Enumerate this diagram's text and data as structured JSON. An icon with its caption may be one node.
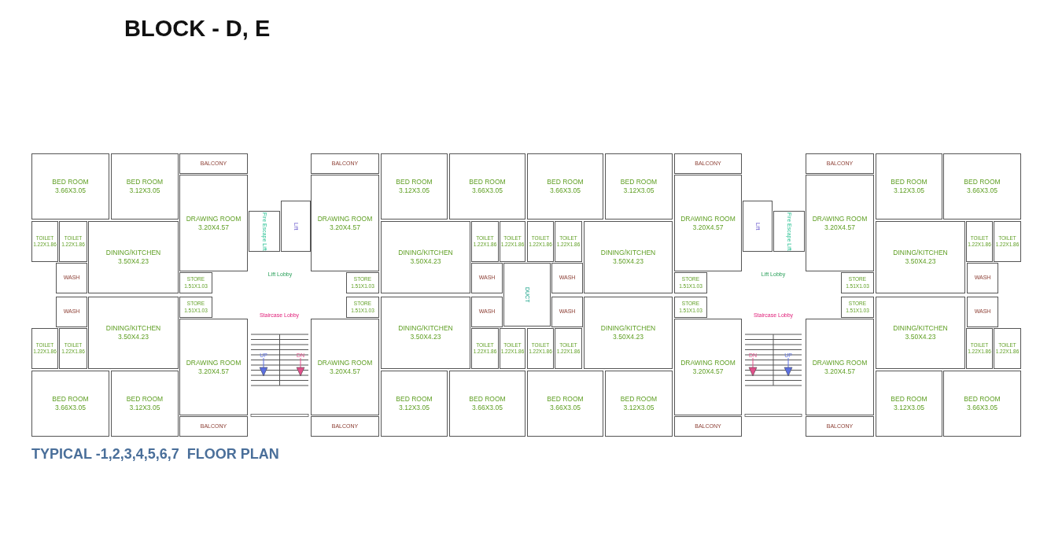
{
  "diagram": {
    "title": "BLOCK - D, E",
    "caption": "TYPICAL -1,2,3,4,5,6,7  FLOOR PLAN",
    "nodes": [
      {
        "text": [
          "BED ROOM",
          "3.66X3.05"
        ]
      },
      {
        "text": [
          "BED ROOM",
          "3.12X3.05"
        ]
      },
      {
        "text": [
          "BALCONY"
        ]
      },
      {
        "text": [
          "DRAWING ROOM",
          "3.20X4.57"
        ]
      },
      {
        "text": [
          "TOILET",
          "1.22X1.86"
        ]
      },
      {
        "text": [
          "TOILET",
          "1.22X1.86"
        ]
      },
      {
        "text": [
          "DINING/KITCHEN",
          "3.50X4.23"
        ]
      },
      {
        "text": [
          "WASH"
        ]
      },
      {
        "text": [
          "STORE",
          "1.51X1.03"
        ]
      },
      {
        "text": [
          "Fire Escape Lift"
        ]
      },
      {
        "text": [
          "Lift"
        ]
      },
      {
        "text": [
          "BALCONY"
        ]
      },
      {
        "text": [
          "DRAWING ROOM",
          "3.20X4.57"
        ]
      },
      {
        "text": [
          "BED ROOM",
          "3.12X3.05"
        ]
      },
      {
        "text": [
          "BED ROOM",
          "3.66X3.05"
        ]
      },
      {
        "text": [
          "DINING/KITCHEN",
          "3.50X4.23"
        ]
      },
      {
        "text": [
          "TOILET",
          "1.22X1.86"
        ]
      },
      {
        "text": [
          "TOILET",
          "1.22X1.86"
        ]
      },
      {
        "text": [
          "STORE",
          "1.51X1.03"
        ]
      },
      {
        "text": [
          "WASH"
        ]
      },
      {
        "text": [
          "DUCT"
        ]
      },
      {
        "text": [
          "BED ROOM",
          "3.66X3.05"
        ]
      },
      {
        "text": [
          "BED ROOM",
          "3.12X3.05"
        ]
      },
      {
        "text": [
          "BALCONY"
        ]
      },
      {
        "text": [
          "DRAWING ROOM",
          "3.20X4.57"
        ]
      },
      {
        "text": [
          "TOILET",
          "1.22X1.86"
        ]
      },
      {
        "text": [
          "TOILET",
          "1.22X1.86"
        ]
      },
      {
        "text": [
          "DINING/KITCHEN",
          "3.50X4.23"
        ]
      },
      {
        "text": [
          "WASH"
        ]
      },
      {
        "text": [
          "STORE",
          "1.51X1.03"
        ]
      },
      {
        "text": [
          "Lift"
        ]
      },
      {
        "text": [
          "Fire Escape Lift"
        ]
      },
      {
        "text": [
          "BALCONY"
        ]
      },
      {
        "text": [
          "DRAWING ROOM",
          "3.20X4.57"
        ]
      },
      {
        "text": [
          "BED ROOM",
          "3.12X3.05"
        ]
      },
      {
        "text": [
          "BED ROOM",
          "3.66X3.05"
        ]
      },
      {
        "text": [
          "DINING/KITCHEN",
          "3.50X4.23"
        ]
      },
      {
        "text": [
          "TOILET",
          "1.22X1.86"
        ]
      },
      {
        "text": [
          "TOILET",
          "1.22X1.86"
        ]
      },
      {
        "text": [
          "STORE",
          "1.51X1.03"
        ]
      },
      {
        "text": [
          "WASH"
        ]
      },
      {
        "text": [
          "BED ROOM",
          "3.66X3.05"
        ]
      },
      {
        "text": [
          "BED ROOM",
          "3.12X3.05"
        ]
      },
      {
        "text": [
          "BALCONY"
        ]
      },
      {
        "text": [
          "DRAWING ROOM",
          "3.20X4.57"
        ]
      },
      {
        "text": [
          "TOILET",
          "1.22X1.86"
        ]
      },
      {
        "text": [
          "TOILET",
          "1.22X1.86"
        ]
      },
      {
        "text": [
          "DINING/KITCHEN",
          "3.50X4.23"
        ]
      },
      {
        "text": [
          "WASH"
        ]
      },
      {
        "text": [
          "STORE",
          "1.51X1.03"
        ]
      },
      {
        "text": [
          "BALCONY"
        ]
      },
      {
        "text": [
          "DRAWING ROOM",
          "3.20X4.57"
        ]
      },
      {
        "text": [
          "BED ROOM",
          "3.12X3.05"
        ]
      },
      {
        "text": [
          "BED ROOM",
          "3.66X3.05"
        ]
      },
      {
        "text": [
          "DINING/KITCHEN",
          "3.50X4.23"
        ]
      },
      {
        "text": [
          "TOILET",
          "1.22X1.86"
        ]
      },
      {
        "text": [
          "TOILET",
          "1.22X1.86"
        ]
      },
      {
        "text": [
          "STORE",
          "1.51X1.03"
        ]
      },
      {
        "text": [
          "WASH"
        ]
      },
      {
        "text": [
          "BED ROOM",
          "3.66X3.05"
        ]
      },
      {
        "text": [
          "BED ROOM",
          "3.12X3.05"
        ]
      },
      {
        "text": [
          "BALCONY"
        ]
      },
      {
        "text": [
          "DRAWING ROOM",
          "3.20X4.57"
        ]
      },
      {
        "text": [
          "TOILET",
          "1.22X1.86"
        ]
      },
      {
        "text": [
          "TOILET",
          "1.22X1.86"
        ]
      },
      {
        "text": [
          "DINING/KITCHEN",
          "3.50X4.23"
        ]
      },
      {
        "text": [
          "WASH"
        ]
      },
      {
        "text": [
          "STORE",
          "1.51X1.03"
        ]
      },
      {
        "text": [
          "BALCONY"
        ]
      },
      {
        "text": [
          "DRAWING ROOM",
          "3.20X4.57"
        ]
      },
      {
        "text": [
          "BED ROOM",
          "3.12X3.05"
        ]
      },
      {
        "text": [
          "BED ROOM",
          "3.66X3.05"
        ]
      },
      {
        "text": [
          "DINING/KITCHEN",
          "3.50X4.23"
        ]
      },
      {
        "text": [
          "TOILET",
          "1.22X1.86"
        ]
      },
      {
        "text": [
          "TOILET",
          "1.22X1.86"
        ]
      },
      {
        "text": [
          "STORE",
          "1.51X1.03"
        ]
      },
      {
        "text": [
          "WASH"
        ]
      }
    ],
    "labels": [
      "Lift Lobby",
      "Staircase Lobby",
      "UP",
      "DN",
      "Lift Lobby",
      "Staircase Lobby",
      "DN",
      "UP"
    ]
  }
}
